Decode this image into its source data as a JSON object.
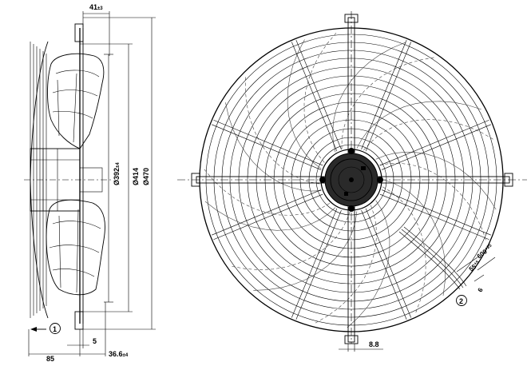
{
  "dimensions": {
    "top_depth": "41",
    "top_depth_tol": "±3",
    "dia_inner": "Ø392",
    "dia_inner_tol": "±4",
    "dia_guard": "Ø414",
    "dia_outer": "Ø470",
    "bottom_left": "85",
    "bottom_small": "5",
    "bottom_right": "36.6",
    "bottom_right_tol": "±4",
    "foot_width": "8.8",
    "cable_length": "600",
    "cable_length_tol": "+25",
    "cable_strip": "55",
    "cable_strip_tol": "+5",
    "cable_end": "6"
  },
  "callouts": {
    "airflow": "1",
    "cable": "2"
  }
}
